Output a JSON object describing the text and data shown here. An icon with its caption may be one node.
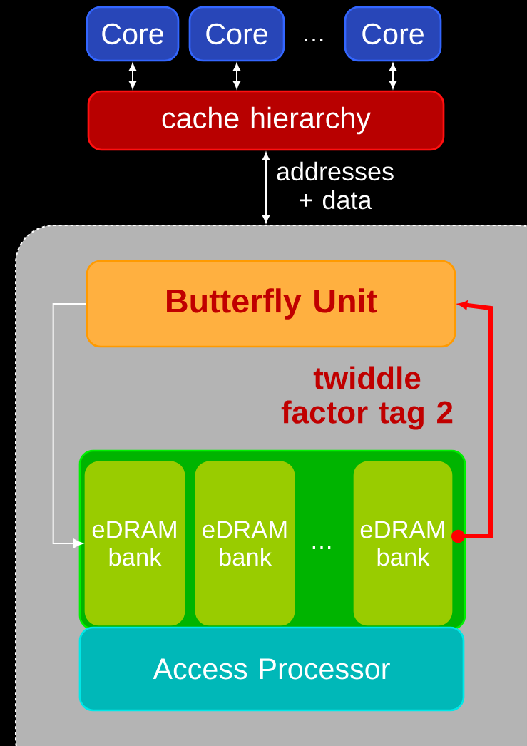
{
  "diagram": {
    "nodes": [
      {
        "text": [
          "Core"
        ]
      },
      {
        "text": [
          "Core"
        ]
      },
      {
        "text": [
          "Core"
        ]
      },
      {
        "text": [
          "cache hierarchy"
        ]
      },
      {
        "text": [],
        "shape": "box"
      },
      {
        "text": [
          "Butterfly Unit"
        ],
        "in": 4
      },
      {
        "text": [],
        "shape": "box",
        "in": 4
      },
      {
        "text": [
          "eDRAM bank"
        ],
        "in": 6
      },
      {
        "text": [
          "eDRAM bank"
        ],
        "in": 6
      },
      {
        "text": [
          "eDRAM bank"
        ],
        "in": 6
      },
      {
        "text": [
          "Access Processor"
        ],
        "in": 4
      }
    ],
    "edges": [
      {
        "from": 0,
        "to": 3,
        "arrow": "both"
      },
      {
        "from": 1,
        "to": 3,
        "arrow": "both"
      },
      {
        "from": 2,
        "to": 3,
        "arrow": "both"
      },
      {
        "from": 3,
        "to": 4,
        "arrow": "both",
        "label": "addresses + data"
      },
      {
        "from": 5,
        "to": 7,
        "arrow": "to"
      },
      {
        "from": 9,
        "to": 5,
        "arrow": "to",
        "label": "twiddle factor tag 2",
        "style": "thick",
        "color": "#ff0000"
      }
    ],
    "labels": [
      "⋯",
      "⋯"
    ]
  }
}
